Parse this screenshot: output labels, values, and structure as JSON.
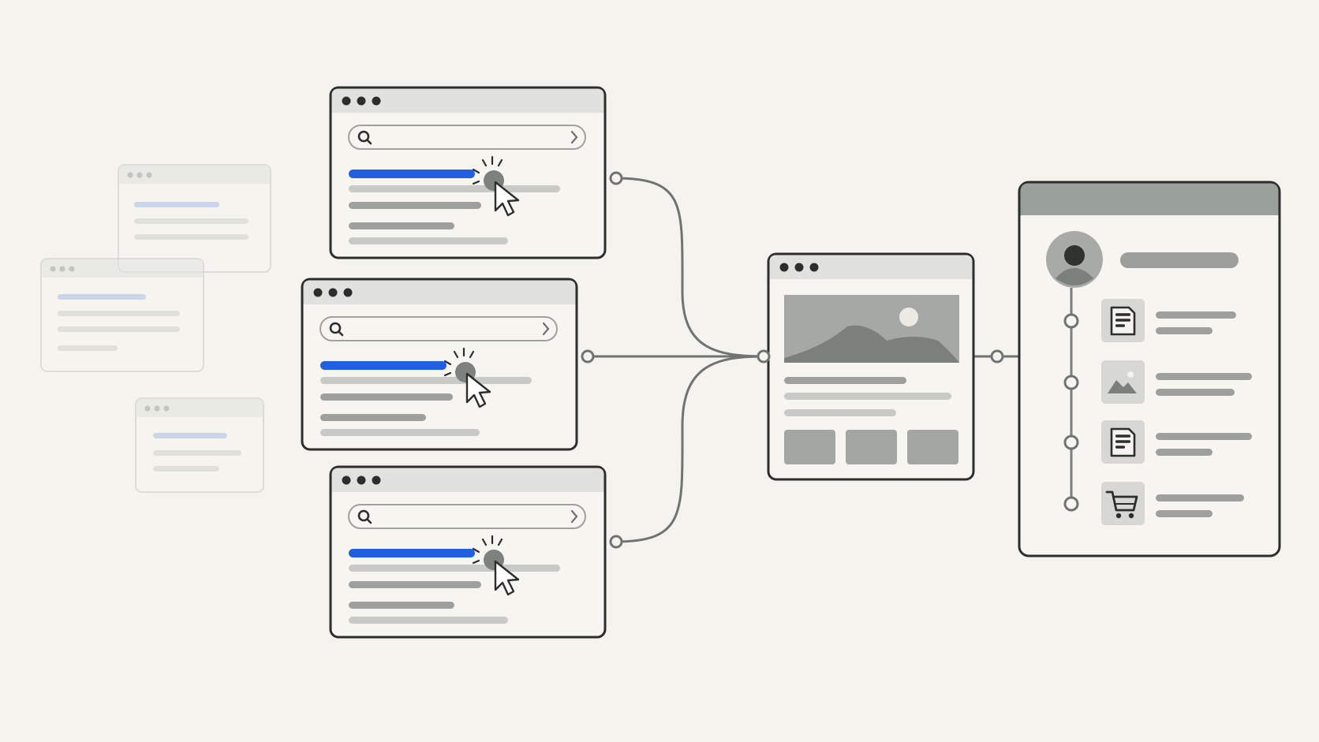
{
  "colors": {
    "background": "#f5f3ed",
    "outline": "#2b2e2c",
    "accent": "#1f5fe0",
    "faded_accent": "#a9bde6",
    "bar_dark": "#9da09c",
    "bar_light": "#c8cac6",
    "connector": "#6f7470",
    "profile_header": "#9aa09a"
  },
  "diagram": {
    "background_windows": [
      {
        "name": "faded-window-top"
      },
      {
        "name": "faded-window-middle"
      },
      {
        "name": "faded-window-bottom"
      }
    ],
    "search_windows": [
      {
        "name": "search-window-top",
        "search_icon": "search-icon",
        "go_icon": "chevron-right-icon",
        "cursor_icon": "mouse-pointer-icon"
      },
      {
        "name": "search-window-middle",
        "search_icon": "search-icon",
        "go_icon": "chevron-right-icon",
        "cursor_icon": "mouse-pointer-icon"
      },
      {
        "name": "search-window-bottom",
        "search_icon": "search-icon",
        "go_icon": "chevron-right-icon",
        "cursor_icon": "mouse-pointer-icon"
      }
    ],
    "content_window": {
      "name": "content-page-window",
      "hero_icon": "landscape-image-icon",
      "tile_count": 3
    },
    "profile_panel": {
      "name": "profile-panel",
      "avatar_icon": "user-avatar-icon",
      "timeline": [
        {
          "name": "timeline-item-document",
          "icon": "document-icon"
        },
        {
          "name": "timeline-item-image",
          "icon": "image-icon"
        },
        {
          "name": "timeline-item-document-2",
          "icon": "document-icon"
        },
        {
          "name": "timeline-item-cart",
          "icon": "shopping-cart-icon"
        }
      ]
    }
  }
}
